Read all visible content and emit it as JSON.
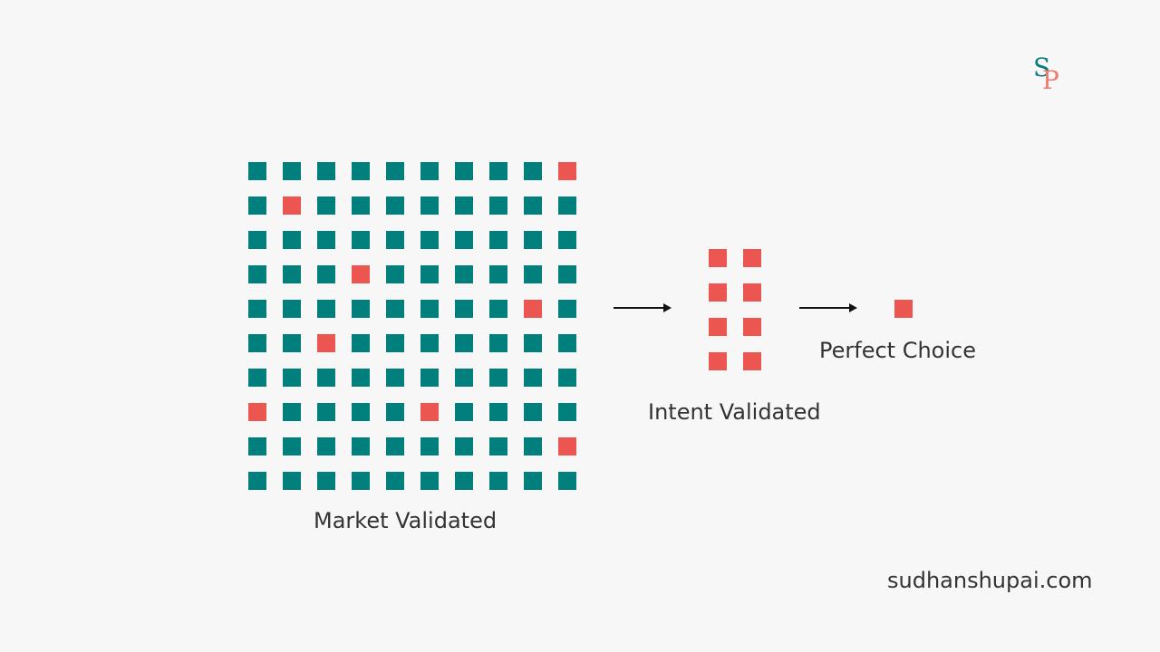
{
  "logo": {
    "letter_top": "S",
    "letter_bottom": "P",
    "color_top": "#0b7d7d",
    "color_bottom": "#ef7b6e"
  },
  "colors": {
    "teal": "#007f7d",
    "red": "#ec5651",
    "arrow": "#111111",
    "text": "#333333"
  },
  "diagram": {
    "market": {
      "label": "Market Validated",
      "rows": 10,
      "cols": 10,
      "red_cells": [
        [
          0,
          9
        ],
        [
          1,
          1
        ],
        [
          3,
          3
        ],
        [
          4,
          8
        ],
        [
          5,
          2
        ],
        [
          7,
          0
        ],
        [
          7,
          5
        ],
        [
          8,
          9
        ]
      ]
    },
    "intent": {
      "label": "Intent Validated",
      "rows": 4,
      "cols": 2
    },
    "perfect": {
      "label": "Perfect Choice",
      "count": 1
    }
  },
  "footer": {
    "site": "sudhanshupai.com"
  }
}
